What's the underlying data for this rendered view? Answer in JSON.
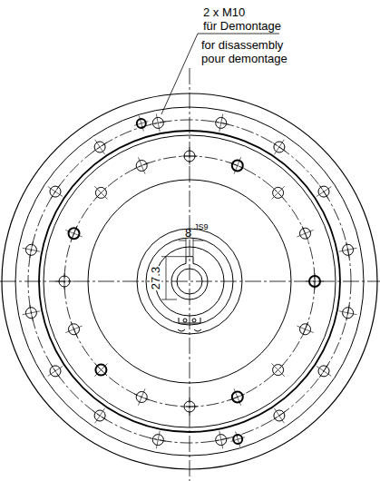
{
  "diagram": {
    "labels": [
      "2 x M10",
      "für Demontage",
      "for disassembly",
      "pour demontage",
      "8",
      "JS9",
      "27.3"
    ]
  }
}
